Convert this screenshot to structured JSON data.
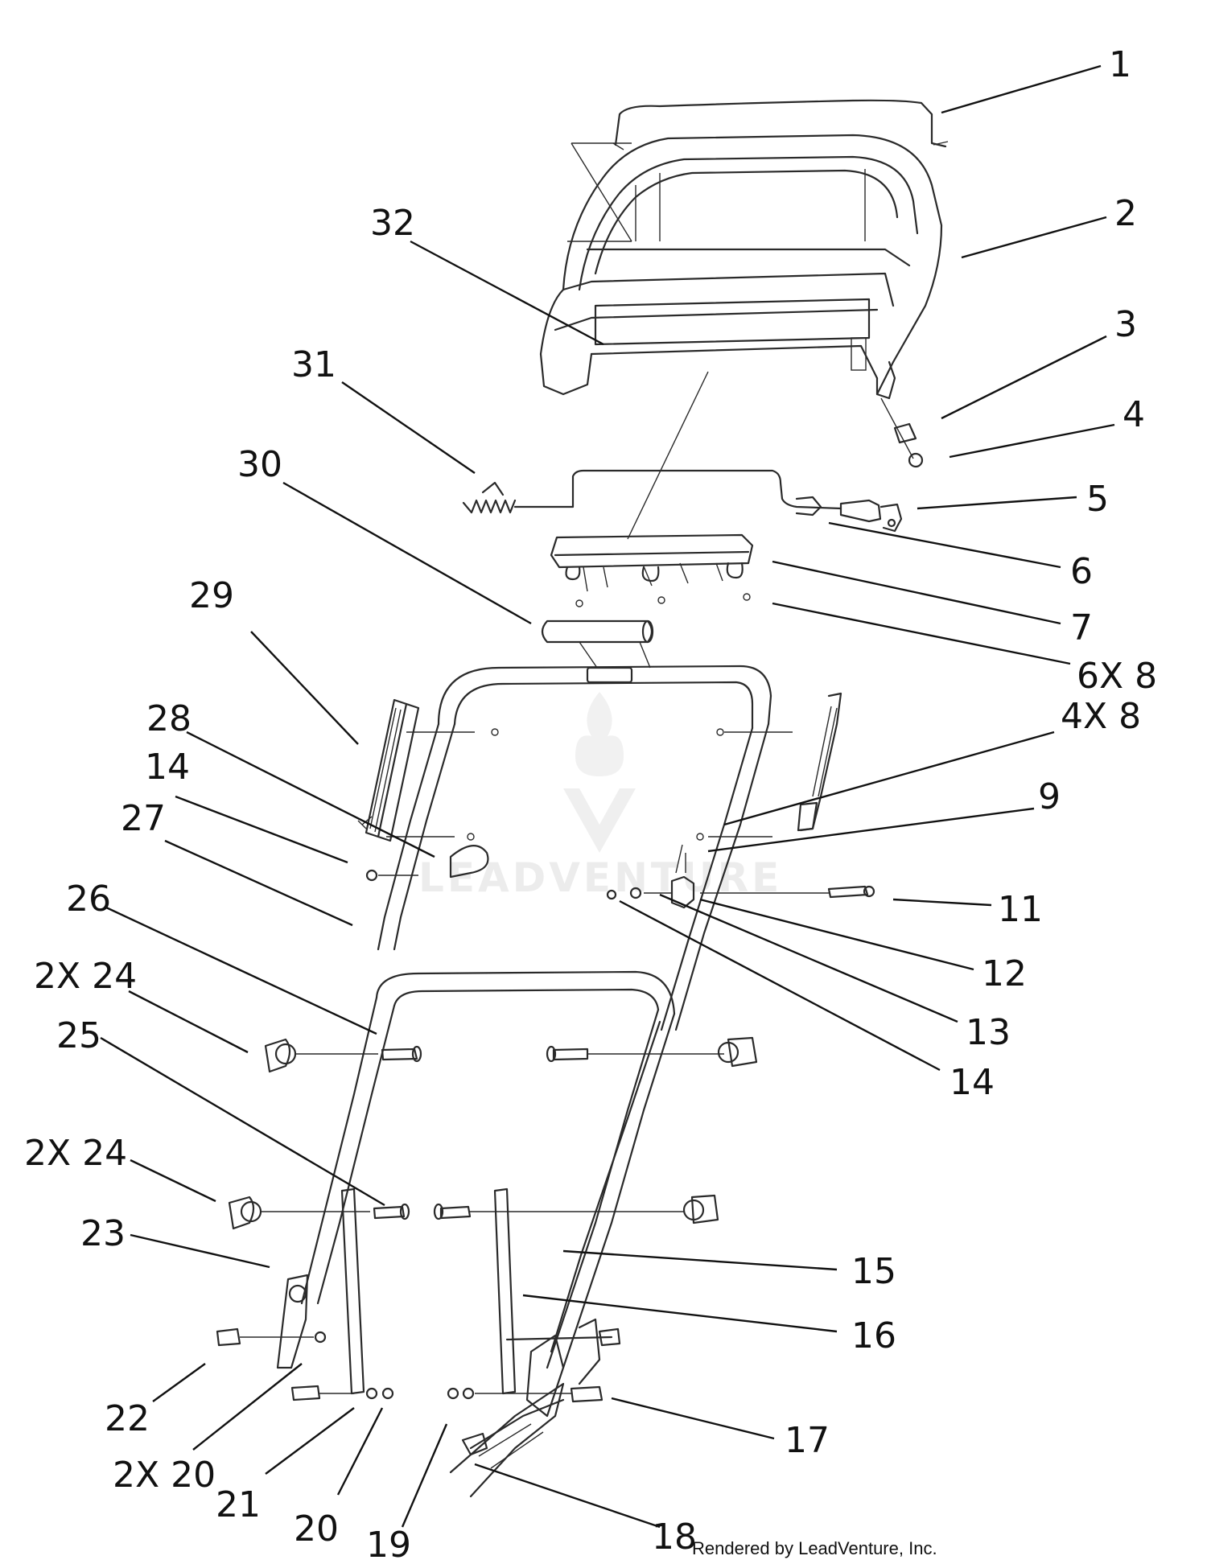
{
  "callouts": [
    "1",
    "2",
    "3",
    "4",
    "5",
    "6",
    "7",
    "6X 8",
    "4X 8",
    "9",
    "11",
    "12",
    "13",
    "14",
    "15",
    "16",
    "17",
    "18",
    "19",
    "20",
    "21",
    "2X 20",
    "22",
    "23",
    "2X 24",
    "25",
    "2X 24",
    "26",
    "27",
    "14",
    "28",
    "29",
    "30",
    "31",
    "32"
  ],
  "watermark": "LEADVENTURE",
  "credit": "Rendered by LeadVenture, Inc.",
  "colors": {
    "ink": "#111111",
    "line": "#2a2a2a",
    "watermark": "#ececec"
  }
}
